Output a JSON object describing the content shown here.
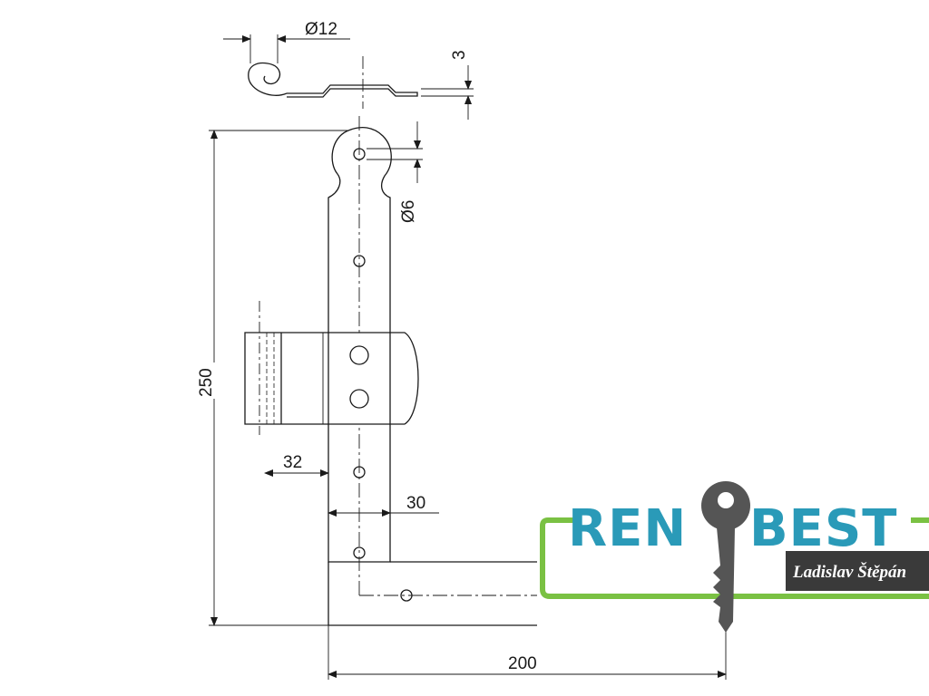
{
  "dimensions": {
    "pin_diameter": "Ø12",
    "plate_thickness": "3",
    "hole_diameter": "Ø6",
    "total_height": "250",
    "offset_32": "32",
    "width_30": "30",
    "length_200": "200"
  },
  "logo": {
    "brand_left": "REN",
    "brand_right": "BEST",
    "owner": "Ladislav Štěpán",
    "colors": {
      "brand_blue": "#2a9ab8",
      "frame_green": "#7ac143",
      "key_gray": "#555555"
    }
  },
  "icons": [
    "key-icon"
  ]
}
